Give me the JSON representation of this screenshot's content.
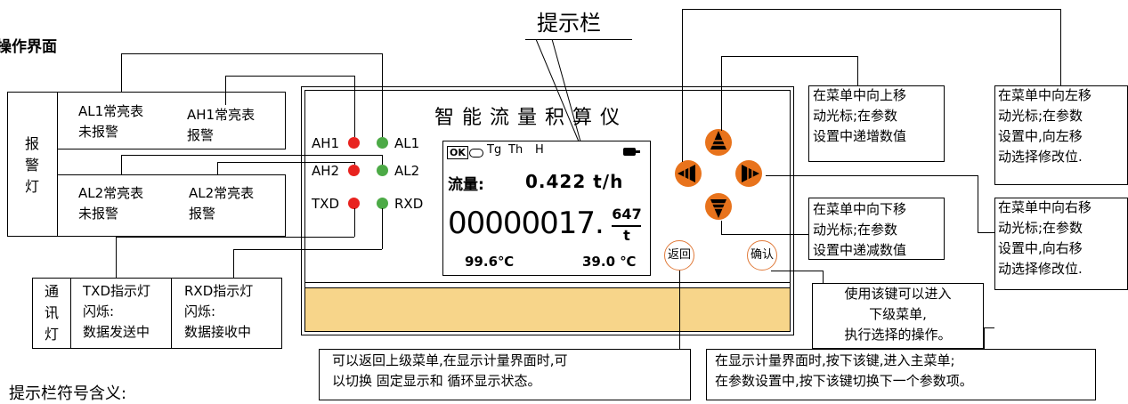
{
  "page_heading": "操作界面",
  "hint_bar_title": "提示栏",
  "hint_symbols_heading": "提示栏符号含义:",
  "device": {
    "name": "智能流量积算仪",
    "status_icons": [
      "OK",
      "Tg",
      "Th",
      "H"
    ],
    "flow_label": "流量:",
    "flow_value": "0.422 t/h",
    "total_value": "00000017.",
    "total_frac_num": "647",
    "total_frac_unit": "t",
    "temp_left": "99.6℃",
    "temp_right": "39.0 ℃",
    "return_button": "返回",
    "confirm_button": "确认",
    "accent_color": "#f7d58a",
    "button_color": "#e8731c"
  },
  "indicators": {
    "ah1": "AH1",
    "al1": "AL1",
    "ah2": "AH2",
    "al2": "AL2",
    "txd": "TXD",
    "rxd": "RXD"
  },
  "alarm_box": {
    "side_label": "报警灯",
    "al1_normal": [
      "AL1常亮表",
      "未报警"
    ],
    "ah1_on": [
      "AH1常亮表",
      "报警"
    ],
    "al2_normal": [
      "AL2常亮表",
      "未报警"
    ],
    "al2_on": [
      "AL2常亮表",
      "报警"
    ]
  },
  "comm_box": {
    "side_label": "通讯灯",
    "txd": [
      "TXD指示灯",
      "闪烁:",
      "数据发送中"
    ],
    "rxd": [
      "RXD指示灯",
      "闪烁:",
      "数据接收中"
    ]
  },
  "callouts": {
    "up": [
      "在菜单中向上移",
      "动光标;在参数",
      "设置中递增数值"
    ],
    "down": [
      "在菜单中向下移",
      "动光标;在参数",
      "设置中递减数值"
    ],
    "left": [
      "在菜单中向左移",
      "动光标;在参数",
      "设置中,向左移",
      "动选择修改位."
    ],
    "right": [
      "在菜单中向右移",
      "动光标;在参数",
      "设置中,向右移",
      "动选择修改位."
    ],
    "confirm": [
      "使用该键可以进入",
      "下级菜单,",
      "执行选择的操作。"
    ],
    "return": [
      "可以返回上级菜单,在显示计量界面时,可",
      "以切换    固定显示和    循环显示状态。"
    ],
    "menu": [
      "在显示计量界面时,按下该键,进入主菜单;",
      "在参数设置中,按下该键切换下一个参数项。"
    ]
  }
}
